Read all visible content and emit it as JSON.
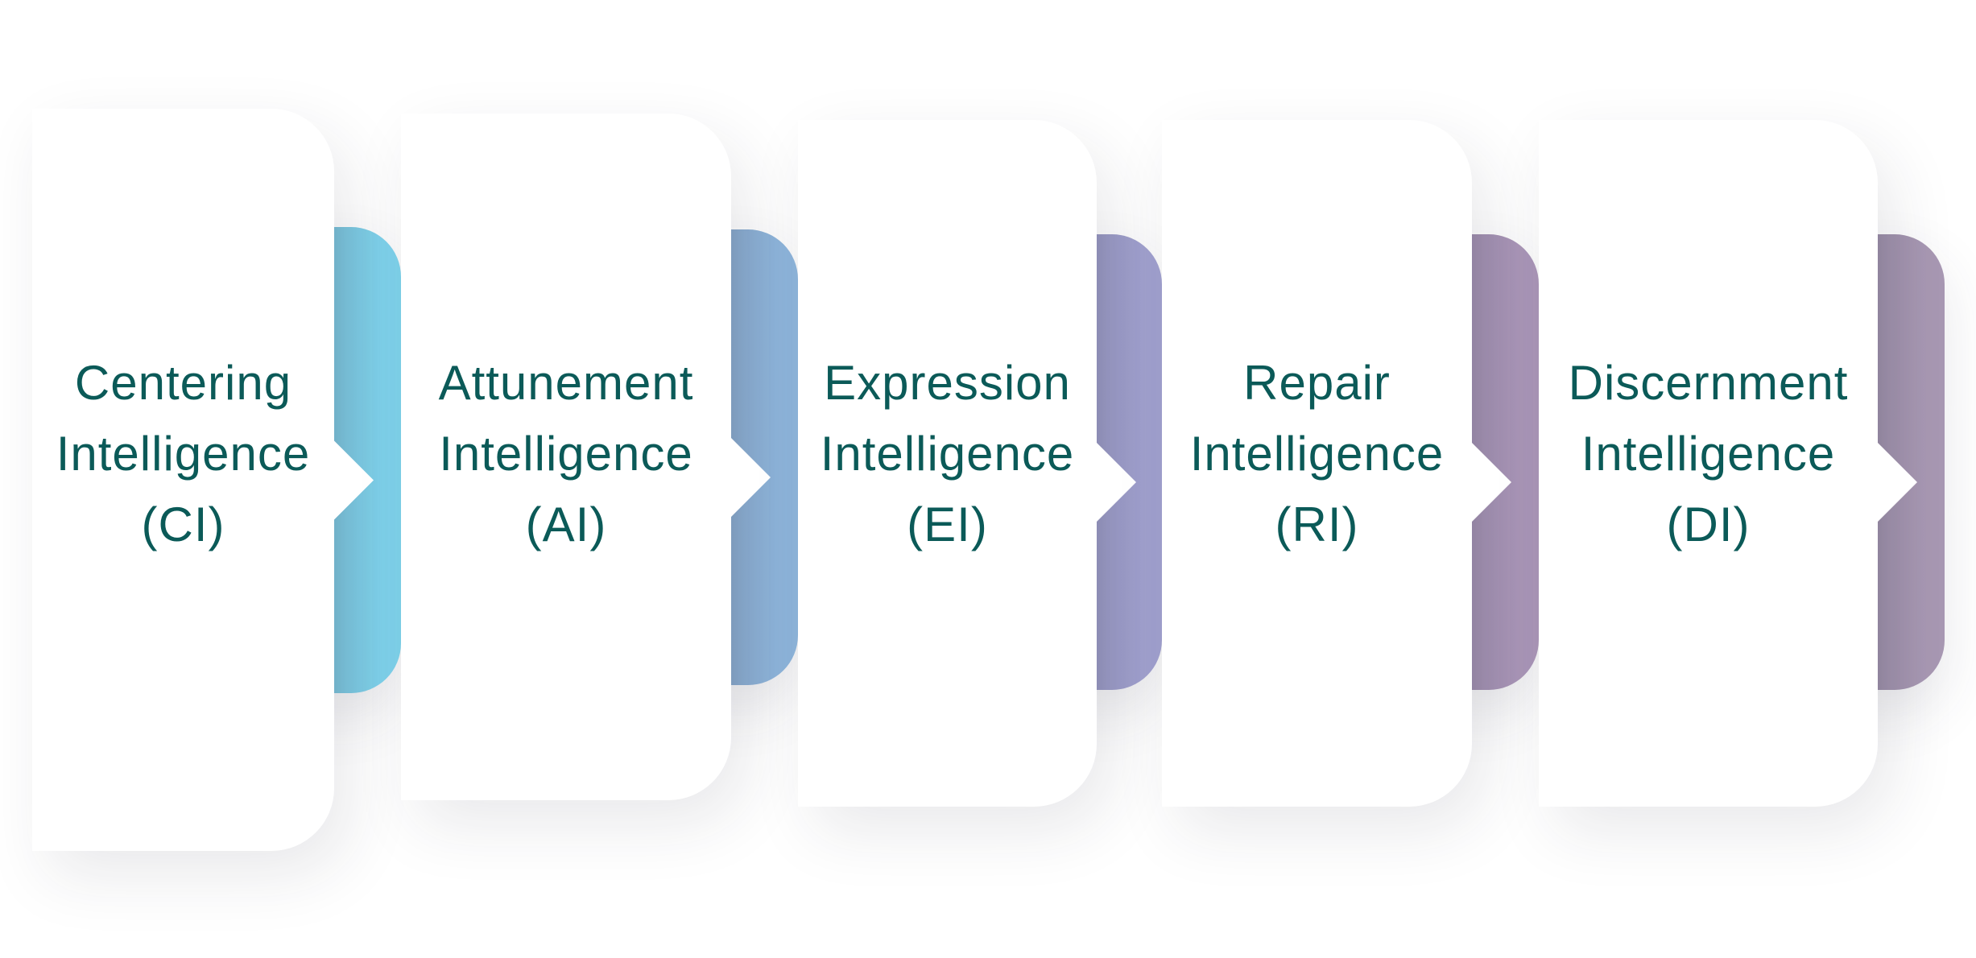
{
  "steps": [
    {
      "line1": "Centering",
      "line2": "Intelligence",
      "abbr": "(CI)",
      "color": "#7fd3ec"
    },
    {
      "line1": "Attunement",
      "line2": "Intelligence",
      "abbr": "(AI)",
      "color": "#8fb6dc"
    },
    {
      "line1": "Expression",
      "line2": "Intelligence",
      "abbr": "(EI)",
      "color": "#a2a2d0"
    },
    {
      "line1": "Repair",
      "line2": "Intelligence",
      "abbr": "(RI)",
      "color": "#ab97b9"
    },
    {
      "line1": "Discernment",
      "line2": "Intelligence",
      "abbr": "(DI)",
      "color": "#a898b3"
    }
  ]
}
